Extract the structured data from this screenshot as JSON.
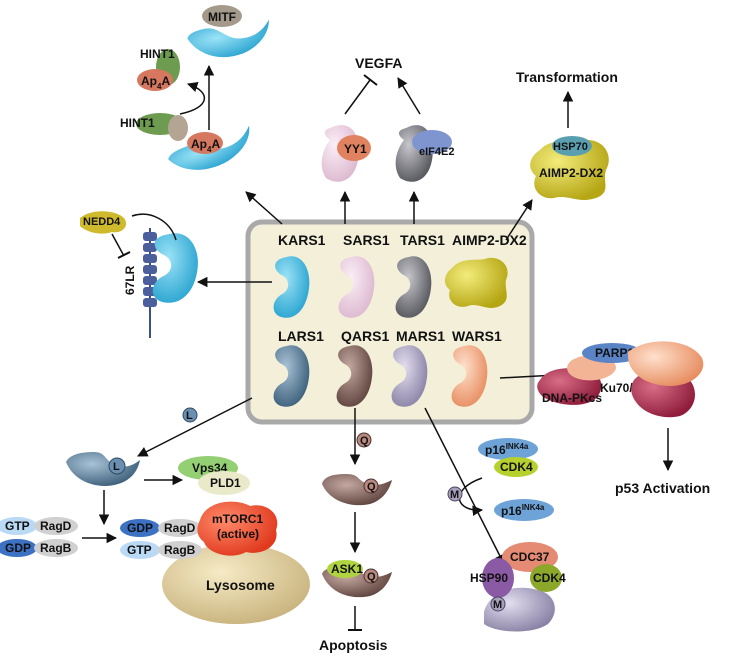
{
  "enzymes": {
    "kars": "KARS1",
    "sars": "SARS1",
    "tars": "TARS1",
    "aimp": "AIMP2-DX2",
    "lars": "LARS1",
    "qars": "QARS1",
    "mars": "MARS1",
    "wars": "WARS1"
  },
  "top": {
    "mitf": "MITF",
    "hint1_a": "HINT1",
    "ap4a_a": "Ap",
    "hint1_b": "HINT1",
    "ap4a_b": "Ap",
    "ap_sub": "4",
    "ap_suffix": "A",
    "vegfa": "VEGFA",
    "yy1": "YY1",
    "eif4e2": "eIF4E2",
    "transformation": "Transformation",
    "hsp70": "HSP70",
    "aimp2dx2": "AIMP2-DX2"
  },
  "left": {
    "nedd4": "NEDD4",
    "lr67": "67LR"
  },
  "right": {
    "parp1": "PARP1",
    "ku": "Ku70/80",
    "dnapkcs": "DNA-PKcs",
    "p53": "p53 Activation"
  },
  "bottom": {
    "l1": "L",
    "l2": "L",
    "vps34": "Vps34",
    "pld1": "PLD1",
    "gtp1": "GTP",
    "ragd1": "RagD",
    "gdp1": "GDP",
    "ragb1": "RagB",
    "gdp2": "GDP",
    "ragd2": "RagD",
    "gtp2": "GTP",
    "ragb2": "RagB",
    "mtorc1": "mTORC1",
    "active": "(active)",
    "lysosome": "Lysosome",
    "q1": "Q",
    "q2": "Q",
    "q3": "Q",
    "ask1": "ASK1",
    "apoptosis": "Apoptosis",
    "m1": "M",
    "m2": "M",
    "p16a": "p16",
    "p16b": "p16",
    "ink": "INK4a",
    "cdk4a": "CDK4",
    "cdc37": "CDC37",
    "hsp90": "HSP90",
    "cdk4b": "CDK4"
  },
  "colors": {
    "box_fill": "#f3efd8",
    "box_stroke": "#a9a9a9",
    "kars": "#3fb5dc",
    "sars": "#eccfe2",
    "tars": "#7e7e86",
    "aimp": "#d6c72a",
    "lars": "#5a7f9c",
    "qars": "#7e5e58",
    "mars": "#a8a0bc",
    "wars": "#f2a984"
  }
}
